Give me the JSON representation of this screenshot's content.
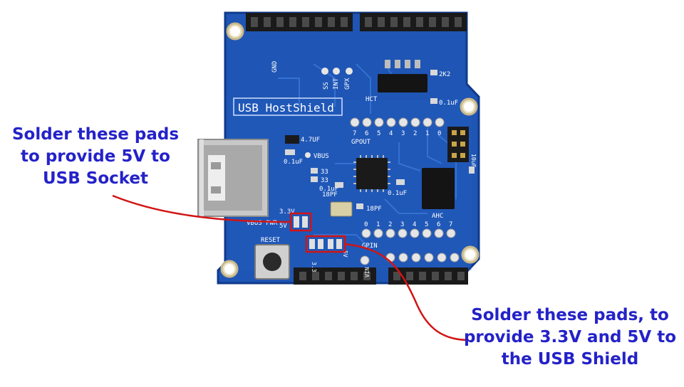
{
  "callouts": {
    "left": {
      "lines": [
        "Solder these pads",
        "to provide 5V to",
        "USB Socket"
      ]
    },
    "right": {
      "lines": [
        "Solder these pads, to",
        "provide 3.3V and 5V to",
        "the USB Shield"
      ]
    }
  },
  "board": {
    "title_label": "USB HostShield",
    "gnd_label": "GND",
    "ss_label": "SS",
    "int_label": "INT",
    "gpx_label": "GPX",
    "cap_4u7_label": "4.7UF",
    "cap_0u1_left_label": "0.1uF",
    "vbus_label": "VBUS",
    "r33_a_label": "33",
    "r33_b_label": "33",
    "cap_0u1_mid_label": "0.1uF",
    "cap_18pf_a_label": "18PF",
    "cap_18pf_b_label": "18PF",
    "cap_0u1_right_label": "0.1uF",
    "hct_label": "HCT",
    "r2k2_label": "2K2",
    "cap_0u1_top_label": "0.1uF",
    "gpout_label": "GPOUT",
    "gpout_pins": [
      "7",
      "6",
      "5",
      "4",
      "3",
      "2",
      "1",
      "0"
    ],
    "gpin_label": "GPIN",
    "gpin_pins": [
      "0",
      "1",
      "2",
      "3",
      "4",
      "5",
      "6",
      "7"
    ],
    "ahc_label": "AHC",
    "v33_label": "3.3V",
    "vbus_pwr_label": "VBUS PWR",
    "v5_label": "5V",
    "reset_label": "RESET",
    "pad_33_label": "3.3",
    "pad_5v_label": "5V",
    "vin_label": "VIN",
    "cap_10uf_label": "10uF",
    "pcb_color": "#1f55b4",
    "pcb_edge_color": "#0f3a8a",
    "annotation_color": "#d21414",
    "text_color": "#2422c8"
  }
}
